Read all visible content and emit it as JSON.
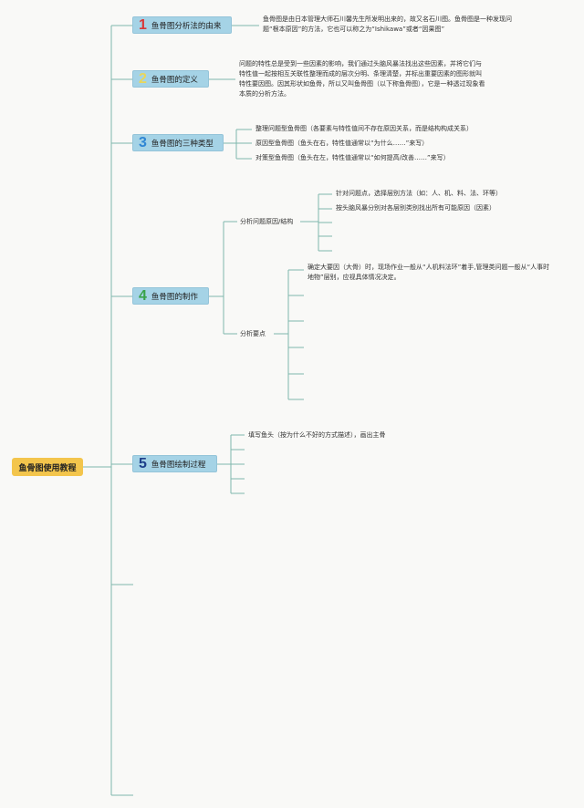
{
  "root": {
    "label": "鱼骨图使用教程"
  },
  "branches": [
    {
      "num": "1",
      "label": "鱼骨图分析法的由来",
      "desc": "鱼骨图是由日本管理大师石川馨先生所发明出来的，故又名石川图。鱼骨图是一种发现问题“根本原因”的方法，它也可以称之为“Ishikawa”或者“因果图”"
    },
    {
      "num": "2",
      "label": "鱼骨图的定义",
      "desc": "问题的特性总是受到一些因素的影响，我们通过头脑风暴法找出这些因素，并将它们与特性值一起按相互关联性整理而成的层次分明、条理清楚，并标出重要因素的图形就叫特性要因图。因其形状如鱼骨，所以又叫鱼骨图（以下称鱼骨图），它是一种透过现象看本质的分析方法。"
    },
    {
      "num": "3",
      "label": "鱼骨图的三种类型",
      "items": [
        "整理问题型鱼骨图（各要素与特性值间不存在原因关系，而是结构构成关系）",
        "原因型鱼骨图（鱼头在右，特性值通常以“为什么……”来写）",
        "对策型鱼骨图（鱼头在左，特性值通常以“如何提高/改善……”来写）"
      ]
    },
    {
      "num": "4",
      "label": "鱼骨图的制作",
      "subs": [
        {
          "label": "分析问题原因/结构",
          "items": [
            "针对问题点，选择层别方法（如：人、机、料、法、环等）",
            "按头脑风暴分别对各层别类别找出所有可能原因（因素）"
          ]
        },
        {
          "label": "分析要点",
          "desc": "确定大要因（大骨）时，现场作业一般从“人机料法环”着手,管理类问题一般从“人事时地物”层别，应视具体情况决定。"
        }
      ]
    },
    {
      "num": "5",
      "label": "鱼骨图绘制过程",
      "items": [
        "填写鱼头（按为什么不好的方式描述），画出主骨"
      ]
    }
  ],
  "colors": {
    "background": "#f9f9f7",
    "root": "#f3c54c",
    "branch": "#a5d3e6",
    "line": "#7fb8ac"
  }
}
